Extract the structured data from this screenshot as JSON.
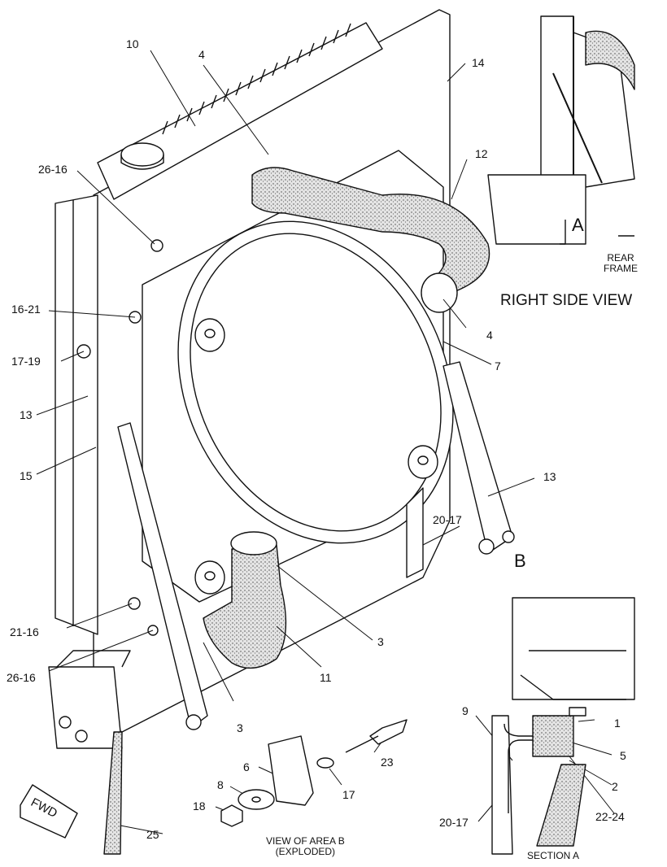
{
  "callouts": {
    "c10": "10",
    "c4_top": "4",
    "c14": "14",
    "c26_16_top": "26-16",
    "c12": "12",
    "c16_21": "16-21",
    "c4_right": "4",
    "c17_19": "17-19",
    "c7": "7",
    "c13_left": "13",
    "c15": "15",
    "c13_right": "13",
    "c20_17_mid": "20-17",
    "c3_mid": "3",
    "c21_16": "21-16",
    "c11": "11",
    "c26_16_bottom": "26-16",
    "c3_low": "3",
    "c1": "1",
    "c9": "9",
    "c5": "5",
    "c2": "2",
    "c22_24": "22-24",
    "c23": "23",
    "c6": "6",
    "c8": "8",
    "c17": "17",
    "c18": "18",
    "c25": "25",
    "c20_17_bottom": "20-17",
    "fwd": "FWD",
    "view_letter_a": "A",
    "view_letter_b": "B"
  },
  "captions": {
    "rear_frame_line1": "REAR",
    "rear_frame_line2": "FRAME",
    "right_side_view": "RIGHT SIDE VIEW",
    "view_area_b_line1": "VIEW OF AREA  B",
    "view_area_b_line2": "(EXPLODED)",
    "section_a": "SECTION  A"
  },
  "colors": {
    "ink": "#111111",
    "hose_fill": "#d9d9d9",
    "background": "#ffffff"
  }
}
